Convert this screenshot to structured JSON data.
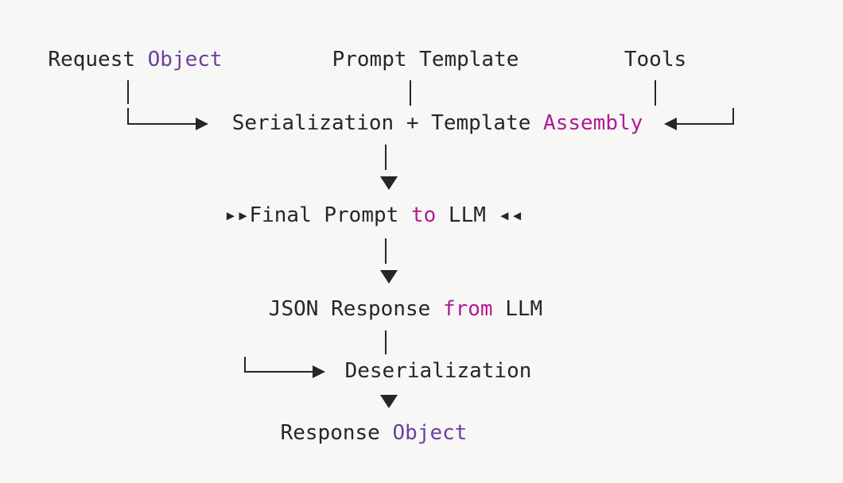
{
  "diagram": {
    "title": "LLM request serialization and deserialization flow",
    "background_color": "#f7f7f6",
    "colors": {
      "text": "#262626",
      "purple": "#6d3fa0",
      "magenta": "#b01b94",
      "line": "#262626"
    },
    "nodes": {
      "request_object": {
        "plain": "Request ",
        "highlight": "Object"
      },
      "prompt_template": {
        "plain": "Prompt Template"
      },
      "tools": {
        "plain": "Tools"
      },
      "serialization": {
        "plain": "Serialization + Template ",
        "highlight": "Assembly"
      },
      "final_prompt": {
        "marker_left": "▸▸",
        "part1": "Final Prompt ",
        "highlight": "to",
        "part2": " LLM ",
        "marker_right": "◂◂"
      },
      "json_response": {
        "part1": "JSON Response ",
        "highlight": "from",
        "part2": " LLM"
      },
      "deserialization": {
        "plain": "Deserialization"
      },
      "response_object": {
        "plain": "Response ",
        "highlight": "Object"
      }
    },
    "connectors": [
      {
        "name": "request-to-serialization",
        "kind": "elbow-right",
        "from": "request_object",
        "to": "serialization"
      },
      {
        "name": "prompt-template-to-serialization",
        "kind": "vertical",
        "from": "prompt_template",
        "to": "serialization"
      },
      {
        "name": "tools-to-serialization",
        "kind": "elbow-left",
        "from": "tools",
        "to": "serialization"
      },
      {
        "name": "serialization-to-final-prompt",
        "kind": "vertical-arrow",
        "from": "serialization",
        "to": "final_prompt"
      },
      {
        "name": "final-prompt-to-json-response",
        "kind": "vertical-arrow",
        "from": "final_prompt",
        "to": "json_response"
      },
      {
        "name": "json-response-to-deserialization",
        "kind": "elbow-right",
        "from": "json_response",
        "to": "deserialization"
      },
      {
        "name": "deserialization-to-response-object",
        "kind": "vertical-arrow",
        "from": "deserialization",
        "to": "response_object"
      }
    ]
  }
}
